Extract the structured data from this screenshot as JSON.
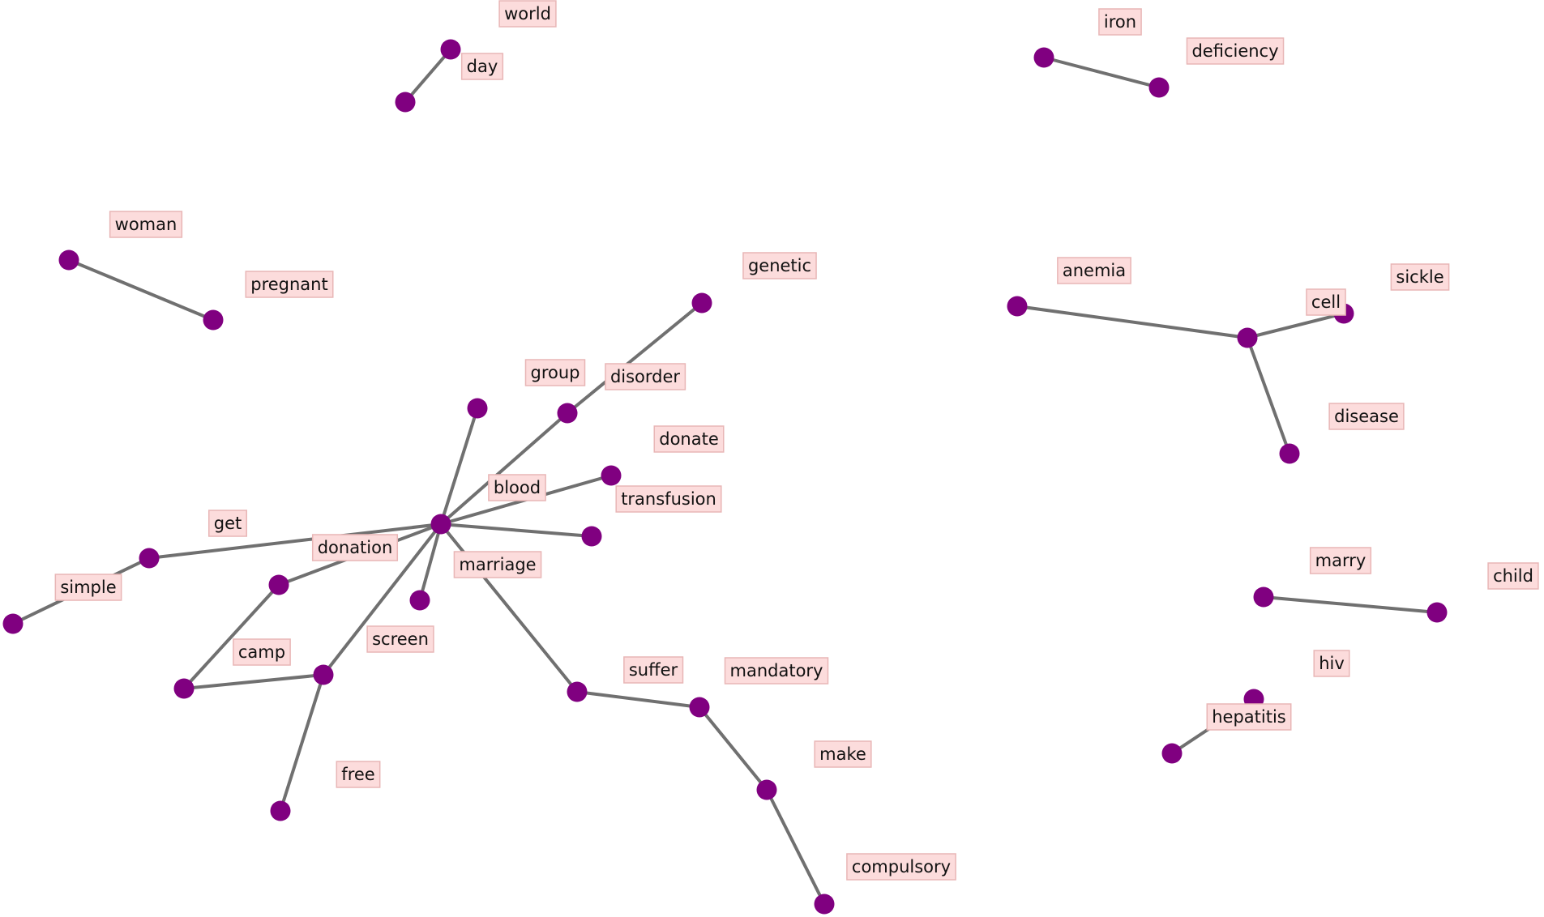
{
  "colors": {
    "node": "#800080",
    "edge": "#707070",
    "label_background": "#fcdcdc",
    "label_border": "#e8b6b6",
    "background": "#ffffff"
  },
  "words": [
    "world",
    "day",
    "iron",
    "deficiency",
    "woman",
    "pregnant",
    "genetic",
    "anemia",
    "sickle",
    "cell",
    "group",
    "disorder",
    "disease",
    "donate",
    "blood",
    "transfusion",
    "get",
    "donation",
    "marriage",
    "simple",
    "marry",
    "child",
    "suffer",
    "camp",
    "screen",
    "mandatory",
    "hiv",
    "hepatitis",
    "make",
    "free",
    "compulsory"
  ]
}
